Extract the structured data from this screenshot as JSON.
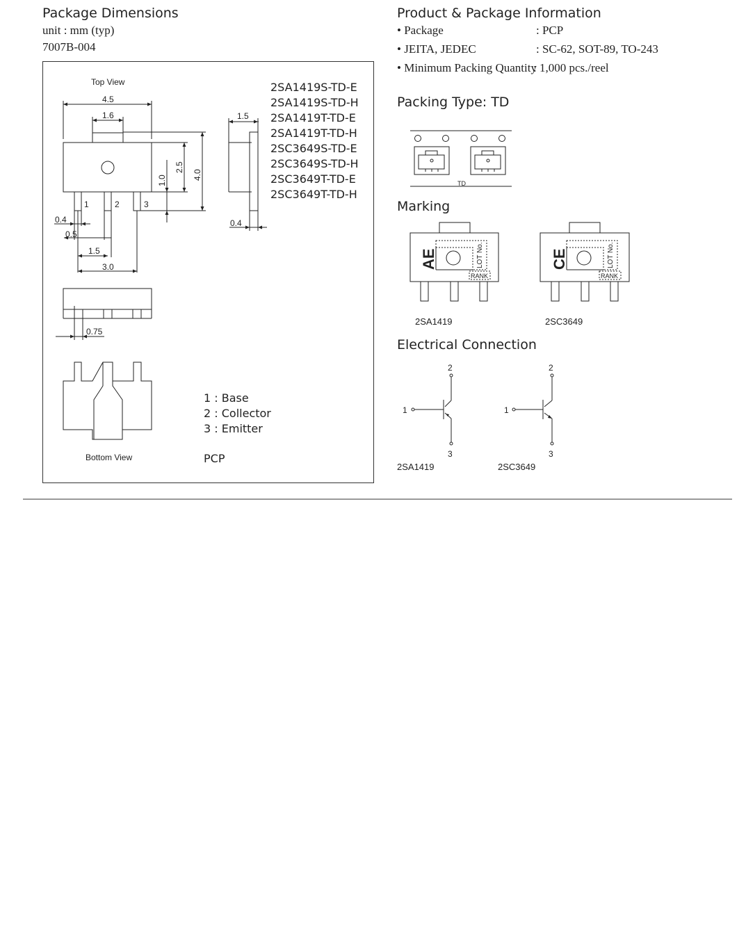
{
  "package_dimensions": {
    "title": "Package Dimensions",
    "unit": "unit : mm (typ)",
    "code": "7007B-004",
    "top_view_label": "Top View",
    "bottom_view_label": "Bottom View",
    "package_name": "PCP",
    "dims": {
      "d4_5": "4.5",
      "d1_6": "1.6",
      "d1_5_side": "1.5",
      "d1_0": "1.0",
      "d2_5": "2.5",
      "d4_0": "4.0",
      "d0_4_left": "0.4",
      "d0_5": "0.5",
      "d1_5": "1.5",
      "d3_0": "3.0",
      "d0_4_side": "0.4",
      "d0_75": "0.75",
      "pin1": "1",
      "pin2": "2",
      "pin3": "3"
    },
    "models": [
      "2SA1419S-TD-E",
      "2SA1419S-TD-H",
      "2SA1419T-TD-E",
      "2SA1419T-TD-H",
      "2SC3649S-TD-E",
      "2SC3649S-TD-H",
      "2SC3649T-TD-E",
      "2SC3649T-TD-H"
    ],
    "pins": [
      "1 : Base",
      "2 : Collector",
      "3 : Emitter"
    ]
  },
  "product_info": {
    "title": "Product & Package Information",
    "rows": [
      {
        "label": "• Package",
        "value": ": PCP"
      },
      {
        "label": "• JEITA, JEDEC",
        "value": ": SC-62, SOT-89, TO-243"
      },
      {
        "label": "• Minimum Packing Quantity",
        "value": ": 1,000 pcs./reel"
      }
    ]
  },
  "packing": {
    "title": "Packing Type: TD",
    "tape_label": "TD"
  },
  "marking": {
    "title": "Marking",
    "items": [
      {
        "code": "AE",
        "lot": "LOT No.",
        "rank": "RANK",
        "part": "2SA1419"
      },
      {
        "code": "CE",
        "lot": "LOT No.",
        "rank": "RANK",
        "part": "2SC3649"
      }
    ]
  },
  "electrical": {
    "title": "Electrical Connection",
    "items": [
      {
        "part": "2SA1419",
        "pin1": "1",
        "pin2": "2",
        "pin3": "3"
      },
      {
        "part": "2SC3649",
        "pin1": "1",
        "pin2": "2",
        "pin3": "3"
      }
    ]
  }
}
